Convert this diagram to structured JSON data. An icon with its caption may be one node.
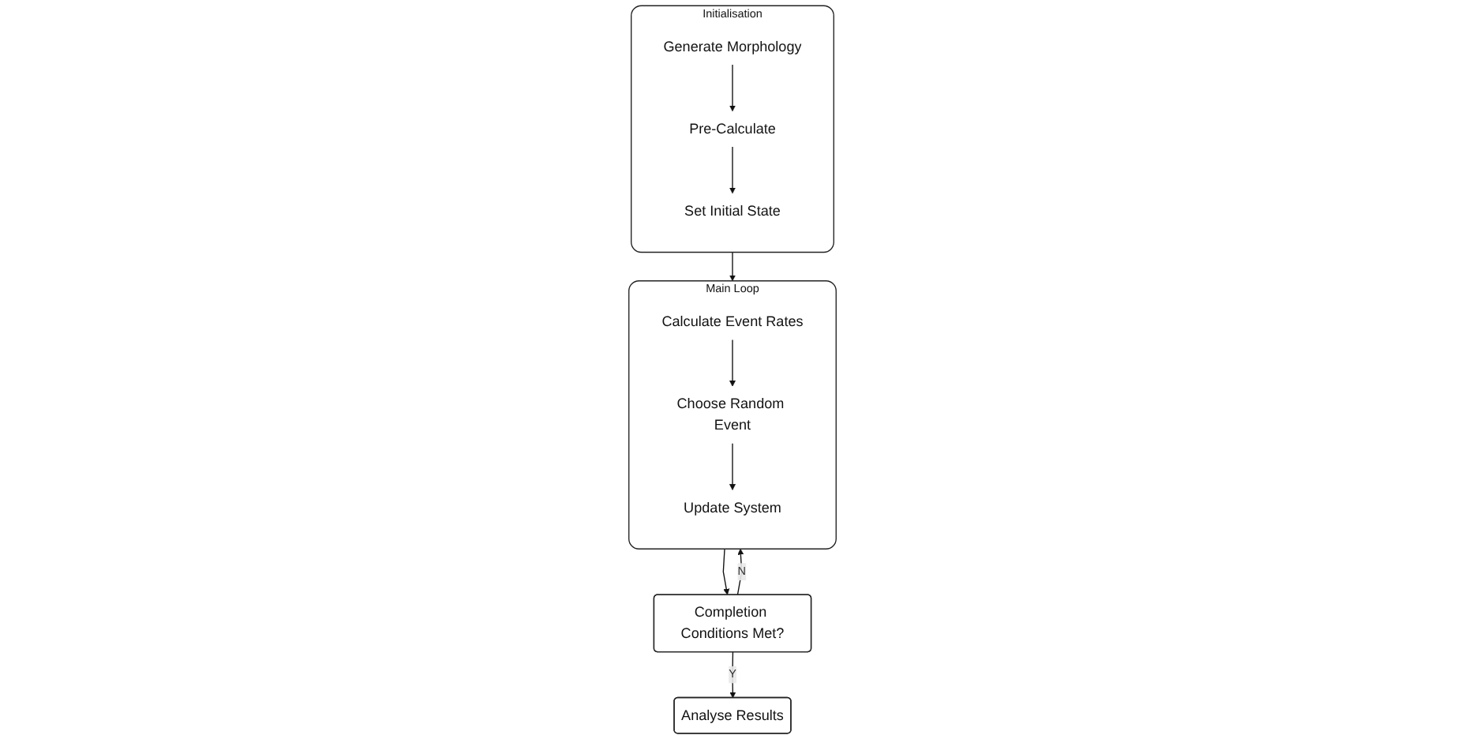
{
  "diagram": {
    "nodes": [
      {
        "text": [
          "Initialisation"
        ]
      },
      {
        "text": [
          "Generate Morphology"
        ],
        "in": 0
      },
      {
        "text": [
          "Pre-Calculate"
        ],
        "in": 0
      },
      {
        "text": [
          "Set Initial State"
        ],
        "in": 0
      },
      {
        "text": [
          "Main Loop"
        ]
      },
      {
        "text": [
          "Calculate Event Rates"
        ],
        "in": 4
      },
      {
        "text": [
          "Choose Random Event"
        ],
        "in": 4
      },
      {
        "text": [
          "Update System"
        ],
        "in": 4
      },
      {
        "text": [
          "Completion Conditions Met?"
        ]
      },
      {
        "text": [
          "Analyse Results"
        ]
      }
    ],
    "edges": [
      {
        "from": 1,
        "to": 2,
        "arrow": "to"
      },
      {
        "from": 2,
        "to": 3,
        "arrow": "to"
      },
      {
        "from": 0,
        "to": 4,
        "arrow": "to"
      },
      {
        "from": 5,
        "to": 6,
        "arrow": "to"
      },
      {
        "from": 6,
        "to": 7,
        "arrow": "to"
      },
      {
        "from": 4,
        "to": 8,
        "arrow": "to"
      },
      {
        "from": 8,
        "to": 4,
        "label": "N",
        "arrow": "to"
      },
      {
        "from": 8,
        "to": 9,
        "label": "Y",
        "arrow": "to"
      }
    ]
  }
}
